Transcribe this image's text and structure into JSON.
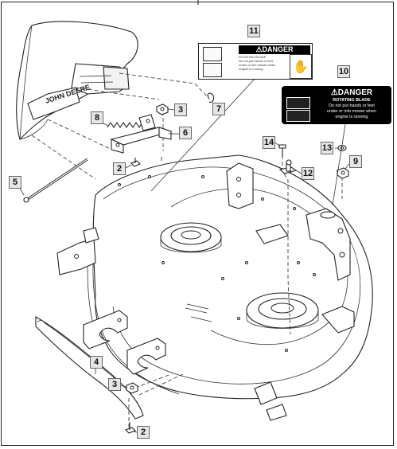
{
  "callouts": [
    {
      "id": "c2a",
      "name": "callout-2-upper",
      "label": "2"
    },
    {
      "id": "c2b",
      "name": "callout-2-lower",
      "label": "2"
    },
    {
      "id": "c3a",
      "name": "callout-3-upper",
      "label": "3"
    },
    {
      "id": "c3b",
      "name": "callout-3-lower",
      "label": "3"
    },
    {
      "id": "c4",
      "name": "callout-4",
      "label": "4"
    },
    {
      "id": "c5",
      "name": "callout-5",
      "label": "5"
    },
    {
      "id": "c6",
      "name": "callout-6",
      "label": "6"
    },
    {
      "id": "c7",
      "name": "callout-7",
      "label": "7"
    },
    {
      "id": "c8",
      "name": "callout-8",
      "label": "8"
    },
    {
      "id": "c9",
      "name": "callout-9",
      "label": "9"
    },
    {
      "id": "c10",
      "name": "callout-10",
      "label": "10"
    },
    {
      "id": "c11",
      "name": "callout-11",
      "label": "11"
    },
    {
      "id": "c12",
      "name": "callout-12",
      "label": "12"
    },
    {
      "id": "c13",
      "name": "callout-13",
      "label": "13"
    },
    {
      "id": "c14",
      "name": "callout-14",
      "label": "14"
    }
  ],
  "decal_11": {
    "header": "⚠DANGER",
    "small_lines": [
      "ROTATING BLADE",
      "Do not put hands or feet",
      "under or into mower when",
      "engine is running"
    ]
  },
  "decal_10": {
    "header": "⚠DANGER",
    "line1": "ROTATING BLADE",
    "line2": "Do not put hands or feet",
    "line3": "under or into mower when",
    "line4": "engine is running"
  },
  "chute_lettering": "JOHN DEERE"
}
